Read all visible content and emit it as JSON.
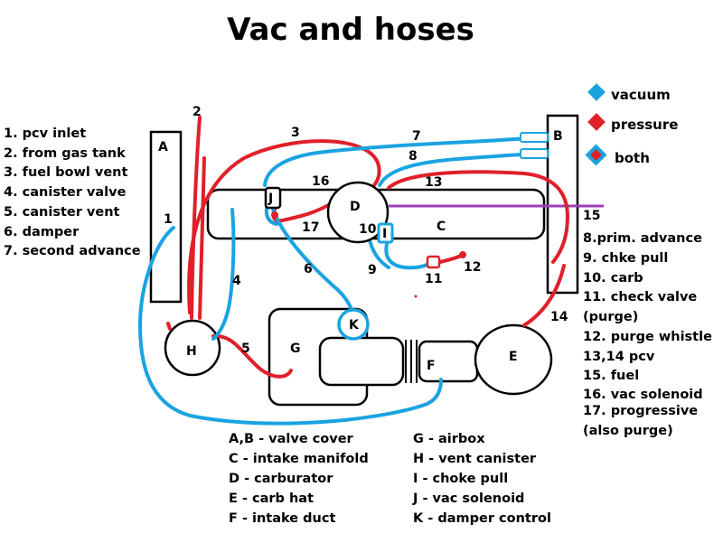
{
  "title": "Vac and hoses",
  "colors": {
    "vacuum": "#1aa3e0",
    "pressure": "#e0202a",
    "fuel_line": "#9b3fb5",
    "outline": "#000000"
  },
  "legend": [
    {
      "key": "vacuum",
      "label": "vacuum"
    },
    {
      "key": "pressure",
      "label": "pressure"
    },
    {
      "key": "both",
      "label": "both"
    }
  ],
  "left_list": [
    "1. pcv inlet",
    "2. from gas tank",
    "3. fuel bowl vent",
    "4. canister valve",
    "5. canister vent",
    "6. damper",
    "7. second advance"
  ],
  "right_list": [
    "8.prim. advance",
    "9. chke pull",
    "10. carb",
    "11. check valve",
    "(purge)",
    "12. purge whistle",
    "13,14 pcv",
    "15. fuel",
    "16. vac solenoid",
    "17. progressive",
    "(also purge)"
  ],
  "bottom_left": [
    "A,B - valve cover",
    "C - intake manifold",
    "D - carburator",
    "E - carb hat",
    "F - intake duct"
  ],
  "bottom_right": [
    "G - airbox",
    "H - vent canister",
    " I - choke pull",
    " J - vac solenoid",
    "K - damper control"
  ],
  "components": {
    "A": "A",
    "B": "B",
    "C": "C",
    "D": "D",
    "E": "E",
    "F": "F",
    "G": "G",
    "H": "H",
    "I": "I",
    "J": "J",
    "K": "K"
  },
  "hose_labels": {
    "h1": "1",
    "h2": "2",
    "h3": "3",
    "h4": "4",
    "h5": "5",
    "h6": "6",
    "h7": "7",
    "h8": "8",
    "h9": "9",
    "h10": "10",
    "h11": "11",
    "h12": "12",
    "h13": "13",
    "h14": "14",
    "h15": "15",
    "h16": "16",
    "h17": "17"
  }
}
